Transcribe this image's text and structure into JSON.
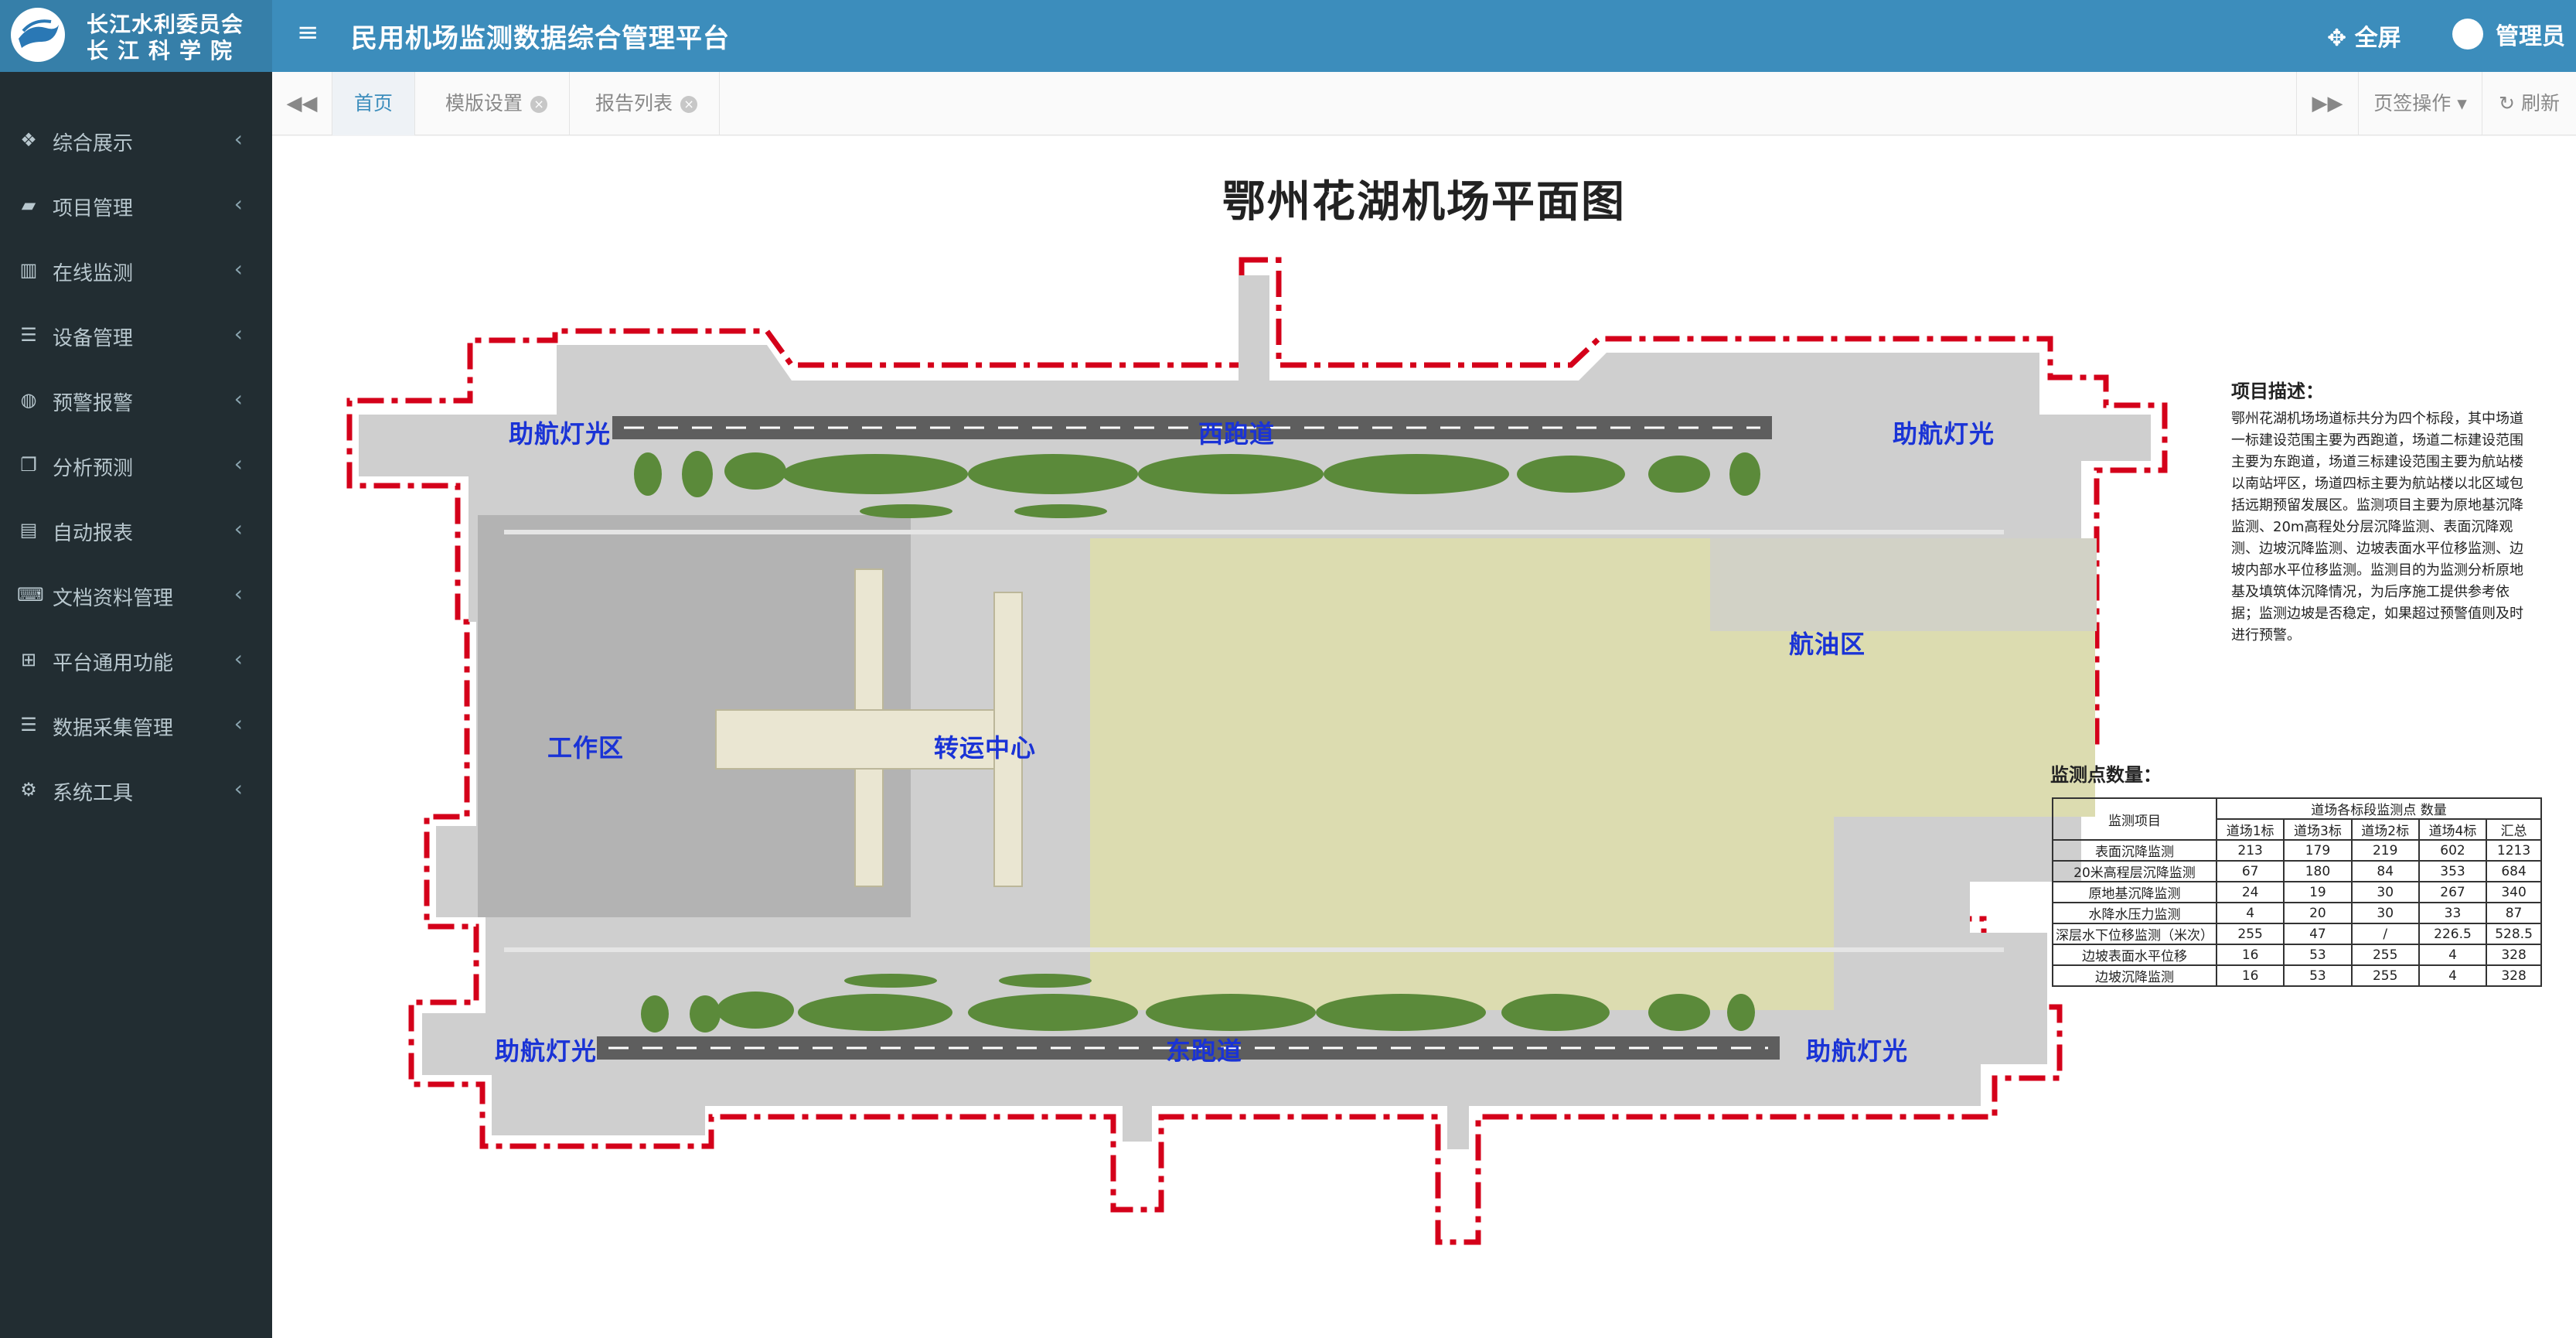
{
  "brand": {
    "line1": "长江水利委员会",
    "line2": "长江科学院",
    "logo_icon": "river-logo-icon"
  },
  "header": {
    "menu_icon": "≡",
    "title": "民用机场监测数据综合管理平台",
    "fullscreen_label": "✥ 全屏",
    "user_label": "管理员"
  },
  "sidebar": {
    "items": [
      {
        "icon": "cubes-icon",
        "glyph": "❖",
        "label": "综合展示"
      },
      {
        "icon": "briefcase-icon",
        "glyph": "▰",
        "label": "项目管理"
      },
      {
        "icon": "bar-chart-icon",
        "glyph": "▥",
        "label": "在线监测"
      },
      {
        "icon": "database-icon",
        "glyph": "☰",
        "label": "设备管理"
      },
      {
        "icon": "dashboard-icon",
        "glyph": "◍",
        "label": "预警报警"
      },
      {
        "icon": "clone-icon",
        "glyph": "❐",
        "label": "分析预测"
      },
      {
        "icon": "report-icon",
        "glyph": "▤",
        "label": "自动报表"
      },
      {
        "icon": "keyboard-icon",
        "glyph": "⌨",
        "label": "文档资料管理"
      },
      {
        "icon": "platform-icon",
        "glyph": "⊞",
        "label": "平台通用功能"
      },
      {
        "icon": "rss-icon",
        "glyph": "☰",
        "label": "数据采集管理"
      },
      {
        "icon": "cogs-icon",
        "glyph": "⚙",
        "label": "系统工具"
      }
    ],
    "chevron": "‹"
  },
  "tabs": {
    "prev": "◀◀",
    "next": "▶▶",
    "items": [
      {
        "label": "首页",
        "active": true
      },
      {
        "label": "模版设置",
        "active": false
      },
      {
        "label": "报告列表",
        "active": false
      }
    ],
    "close_glyph": "×",
    "ops_label": "页签操作 ▾",
    "refresh_label": "↻ 刷新"
  },
  "map": {
    "title": "鄂州花湖机场平面图",
    "labels": {
      "nav_light_nw": "助航灯光",
      "west_runway": "西跑道",
      "nav_light_ne": "助航灯光",
      "fuel_area": "航油区",
      "work_area": "工作区",
      "transfer_center": "转运中心",
      "nav_light_sw": "助航灯光",
      "east_runway": "东跑道",
      "nav_light_se": "助航灯光"
    },
    "colors": {
      "boundary": "#d4001a",
      "apron": "#c9c9c9",
      "runway": "#5e5e5e",
      "grass": "#5b8a3a",
      "future_zone": "#dcdcb0",
      "terminal": "#eae6d2",
      "label": "#1a33d6"
    }
  },
  "description": {
    "title": "项目描述：",
    "text": "鄂州花湖机场场道标共分为四个标段，其中场道一标建设范围主要为西跑道，场道二标建设范围主要为东跑道，场道三标建设范围主要为航站楼以南站坪区，场道四标主要为航站楼以北区域包括远期预留发展区。监测项目主要为原地基沉降监测、20m高程处分层沉降监测、表面沉降观测、边坡沉降监测、边坡表面水平位移监测、边坡内部水平位移监测。监测目的为监测分析原地基及填筑体沉降情况，为后序施工提供参考依据；监测边坡是否稳定，如果超过预警值则及时进行预警。"
  },
  "counts": {
    "title": "监测点数量：",
    "header_item": "监测项目",
    "header_group": "道场各标段监测点 数量",
    "columns": [
      "道场1标",
      "道场3标",
      "道场2标",
      "道场4标",
      "汇总"
    ],
    "rows": [
      {
        "item": "表面沉降监测",
        "values": [
          "213",
          "179",
          "219",
          "602",
          "1213"
        ]
      },
      {
        "item": "20米高程层沉降监测",
        "values": [
          "67",
          "180",
          "84",
          "353",
          "684"
        ]
      },
      {
        "item": "原地基沉降监测",
        "values": [
          "24",
          "19",
          "30",
          "267",
          "340"
        ]
      },
      {
        "item": "水降水压力监测",
        "values": [
          "4",
          "20",
          "30",
          "33",
          "87"
        ]
      },
      {
        "item": "深层水下位移监测（米次）",
        "values": [
          "255",
          "47",
          "/",
          "226.5",
          "528.5"
        ]
      },
      {
        "item": "边坡表面水平位移",
        "values": [
          "16",
          "53",
          "255",
          "4",
          "328"
        ]
      },
      {
        "item": "边坡沉降监测",
        "values": [
          "16",
          "53",
          "255",
          "4",
          "328"
        ]
      }
    ]
  }
}
